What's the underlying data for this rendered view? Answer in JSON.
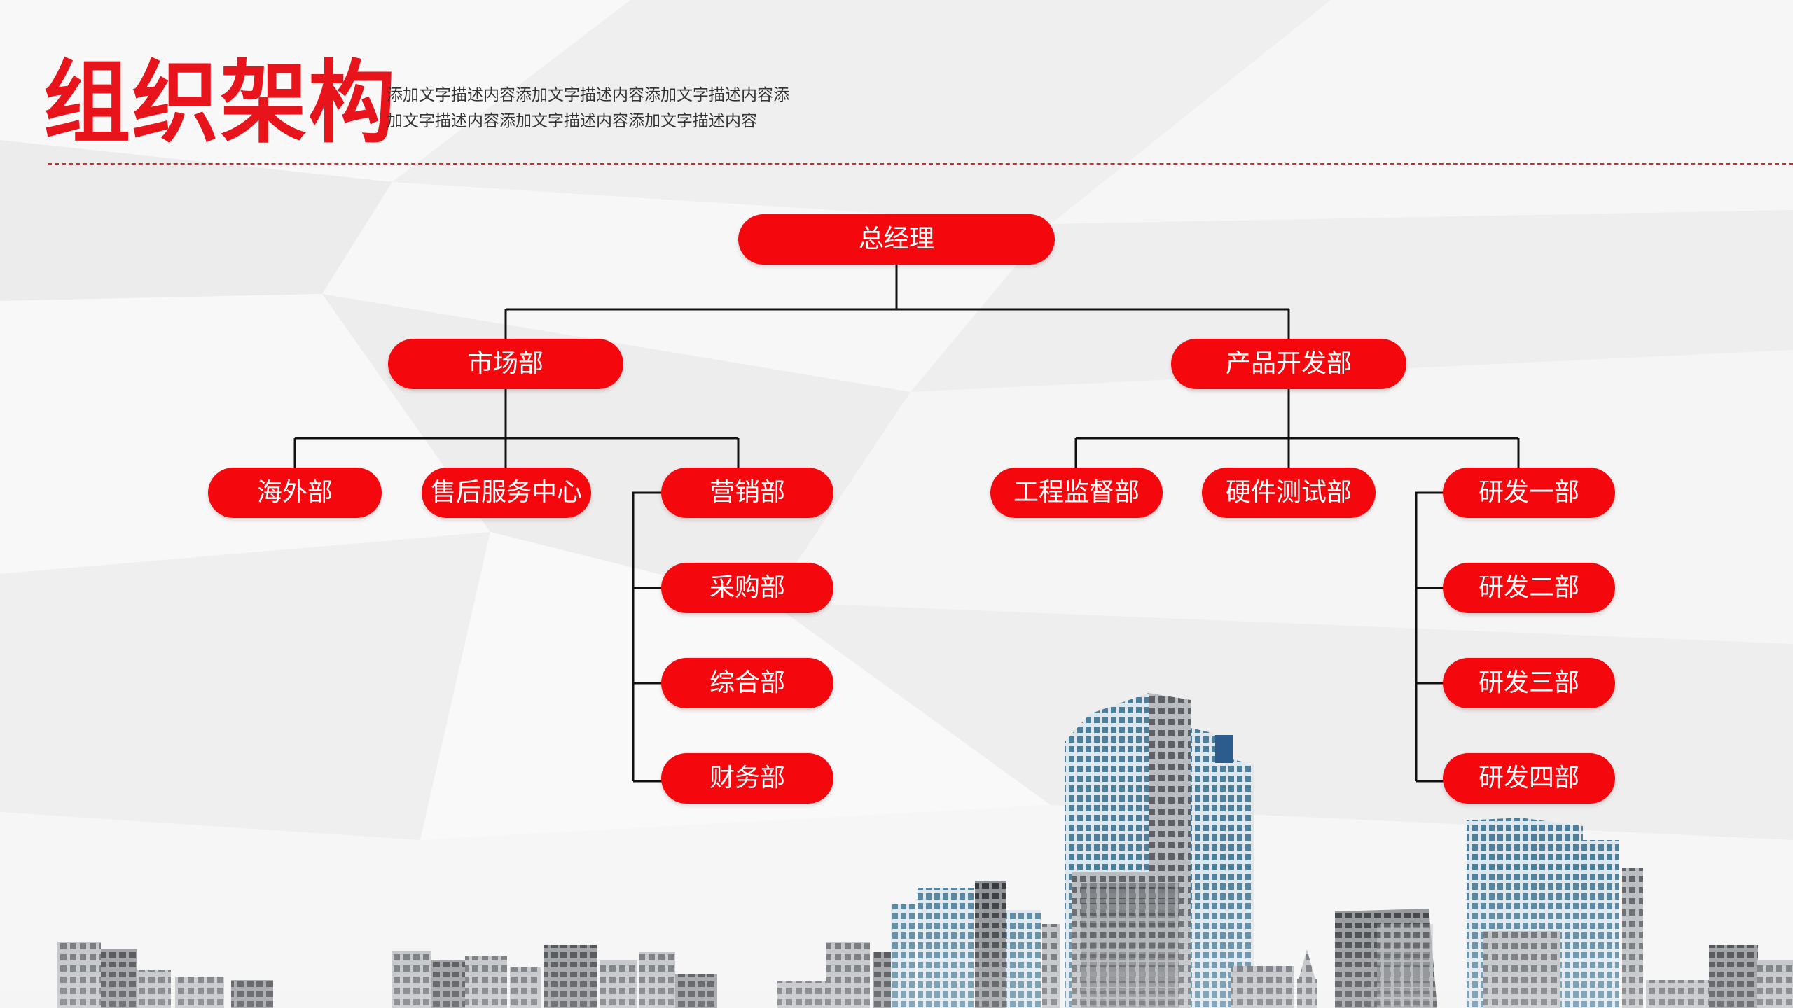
{
  "title": "组织架构",
  "description": [
    "添加文字描述内容添加文字描述内容添加文字描述内容添",
    "加文字描述内容添加文字描述内容添加文字描述内容"
  ],
  "colors": {
    "accent": "#f4080d",
    "title": "#e8141b",
    "line": "#111111",
    "divider": "#d7272d"
  },
  "org": {
    "ceo": "总经理",
    "market": {
      "label": "市场部",
      "children": [
        "海外部",
        "售后服务中心"
      ],
      "sales": {
        "label": "营销部",
        "children": [
          "采购部",
          "综合部",
          "财务部"
        ]
      }
    },
    "product": {
      "label": "产品开发部",
      "children": [
        "工程监督部",
        "硬件测试部"
      ],
      "rd": {
        "label": "研发一部",
        "children": [
          "研发二部",
          "研发三部",
          "研发四部"
        ]
      }
    }
  }
}
